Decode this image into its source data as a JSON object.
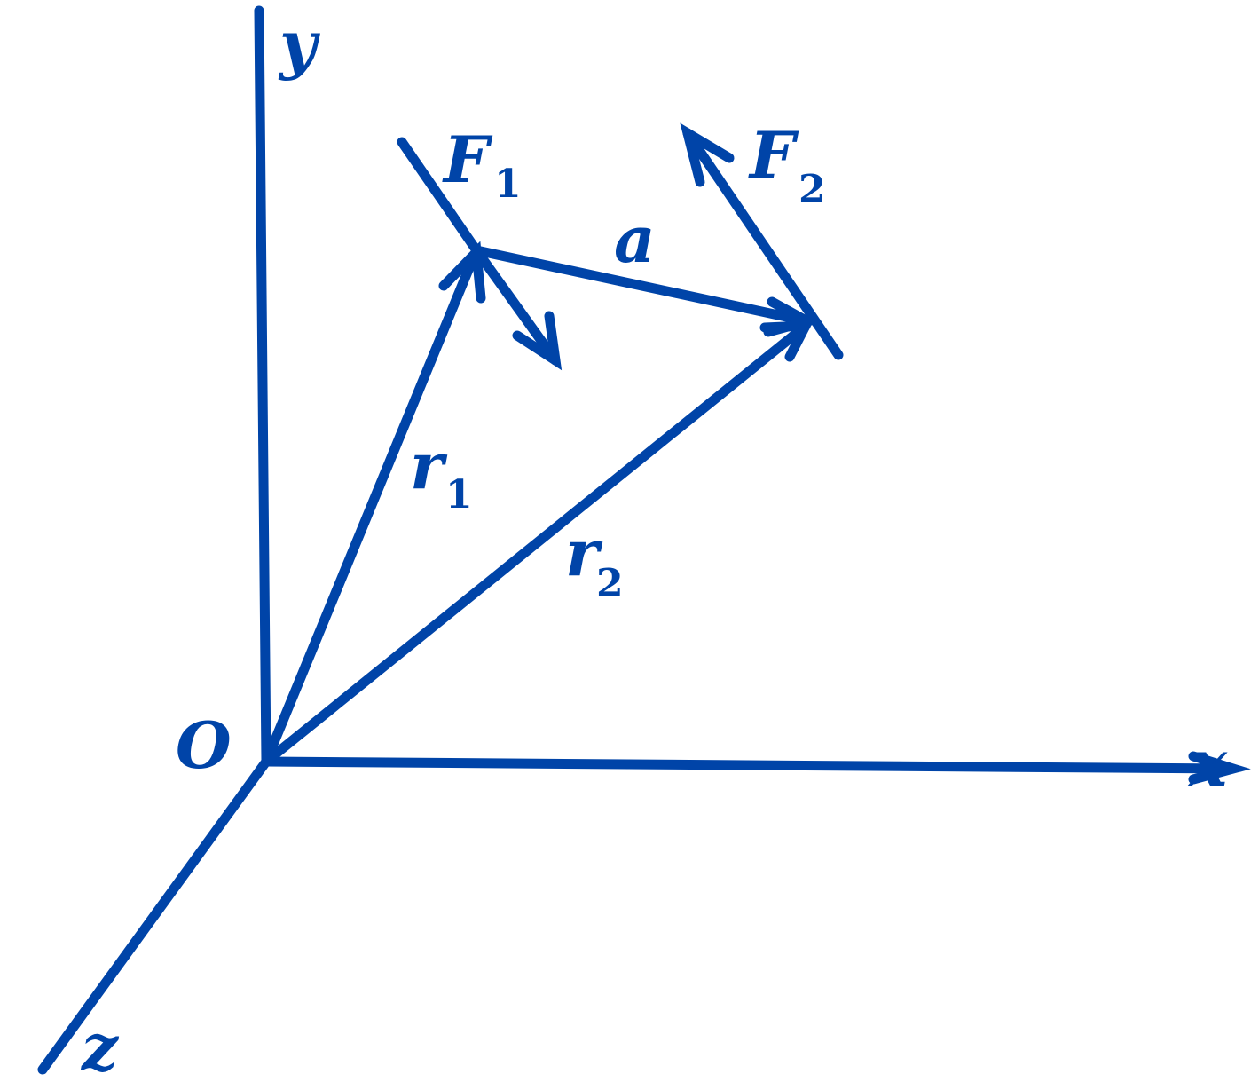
{
  "labels": {
    "y_axis": "y",
    "x_axis": "x",
    "z_axis": "z",
    "origin": "O",
    "force1": "F",
    "force1_sub": "1",
    "force2": "F",
    "force2_sub": "2",
    "separation": "a",
    "r1": "r",
    "r1_sub": "1",
    "r2": "r",
    "r2_sub": "2"
  },
  "colors": {
    "ink": "#0044a8",
    "background": "#ffffff"
  }
}
